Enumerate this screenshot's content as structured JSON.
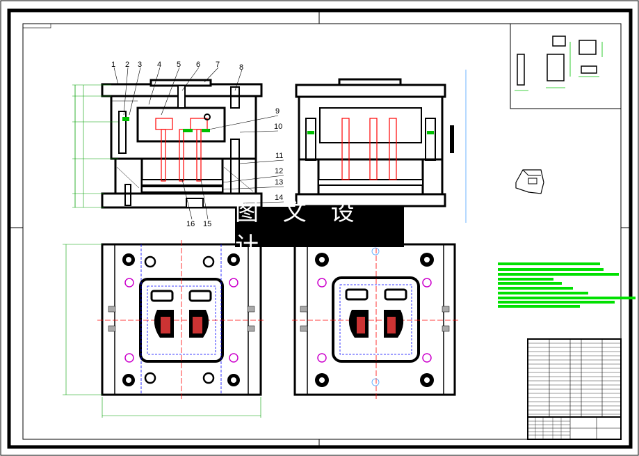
{
  "watermark": "图 文 设 计",
  "callouts": [
    "1",
    "2",
    "3",
    "4",
    "5",
    "6",
    "7",
    "8",
    "9",
    "10",
    "11",
    "12",
    "13",
    "14",
    "15",
    "16"
  ],
  "colors": {
    "outline": "#000000",
    "dimension": "#00a000",
    "centerline": "#ff0000",
    "hidden": "#0000ff",
    "annotation_block": "#00e000",
    "watermark_bg": "#000000",
    "watermark_text": "#ffffff"
  }
}
